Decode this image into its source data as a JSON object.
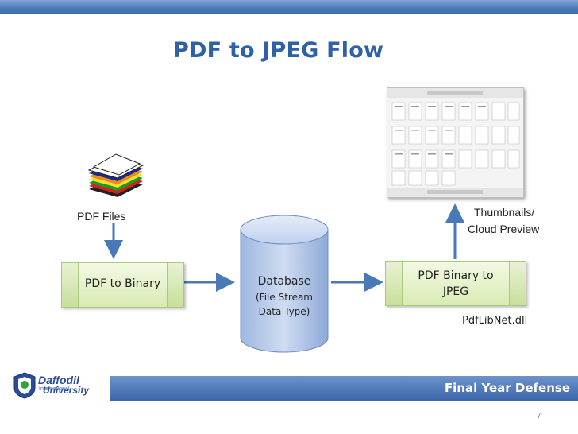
{
  "slide": {
    "title": "PDF to JPEG Flow",
    "page_number": "7"
  },
  "diagram": {
    "pdf_files_label": "PDF Files",
    "box_pdf_to_binary": "PDF to Binary",
    "database": {
      "title": "Database",
      "subtitle_line1": "(File Stream",
      "subtitle_line2": "Data Type)"
    },
    "box_binary_to_jpeg": {
      "line1": "PDF Binary to",
      "line2": "JPEG"
    },
    "thumbnails_label": {
      "line1": "Thumbnails/",
      "line2": "Cloud Preview"
    },
    "dll_label": "PdfLibNet.dll"
  },
  "footer": {
    "text": "Final Year Defense",
    "logo_line1": "Daffodil",
    "logo_line2": "University",
    "logo_tag": "International"
  },
  "colors": {
    "title": "#2f61a8",
    "arrow": "#4a79b8",
    "box_fill": "#d9ebb4",
    "database_fill": "#b4c9ea",
    "footer_bar": "#4a75b8"
  }
}
